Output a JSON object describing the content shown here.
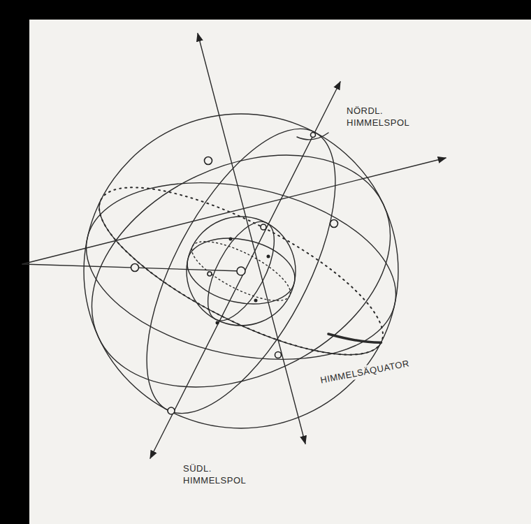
{
  "diagram": {
    "labels": [
      "NÖRDL. HIMMELSPOL",
      "HIMMELSÄQUATOR",
      "SÜDL. HIMMELSPOL"
    ]
  }
}
